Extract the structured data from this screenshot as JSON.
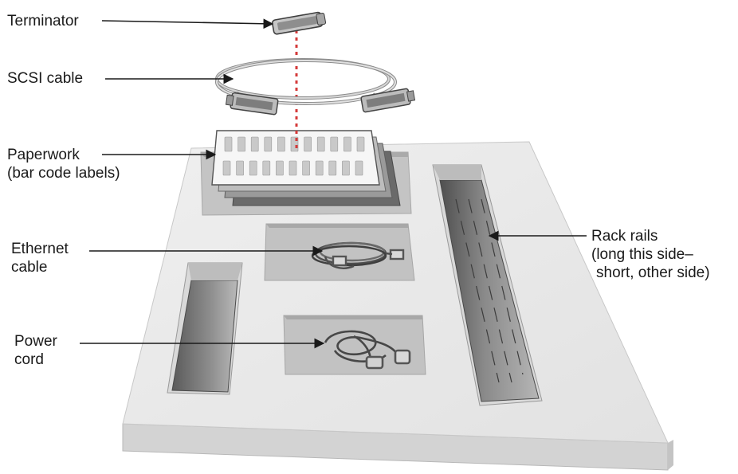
{
  "callouts": {
    "terminator": "Terminator",
    "scsi_cable": "SCSI cable",
    "paperwork": [
      "Paperwork",
      "(bar code labels)"
    ],
    "ethernet_cable": [
      "Ethernet",
      "cable"
    ],
    "power_cord": [
      "Power",
      "cord"
    ],
    "rack_rails": [
      "Rack rails",
      "(long this side–",
      "short, other side)"
    ]
  },
  "colors": {
    "tray_top": "#e9e9e9",
    "tray_side": "#cfcfcf",
    "well": "#bdbdbd",
    "well_shadow": "#9e9e9e",
    "rail_dark": "#6e6e6e",
    "dotted_guide": "#d43a3a",
    "leader_line": "#1a1a1a"
  },
  "icons": [
    "terminator-icon",
    "scsi-cable-icon",
    "paperwork-icon",
    "ethernet-cable-icon",
    "power-cord-icon",
    "rack-rail-icon"
  ]
}
